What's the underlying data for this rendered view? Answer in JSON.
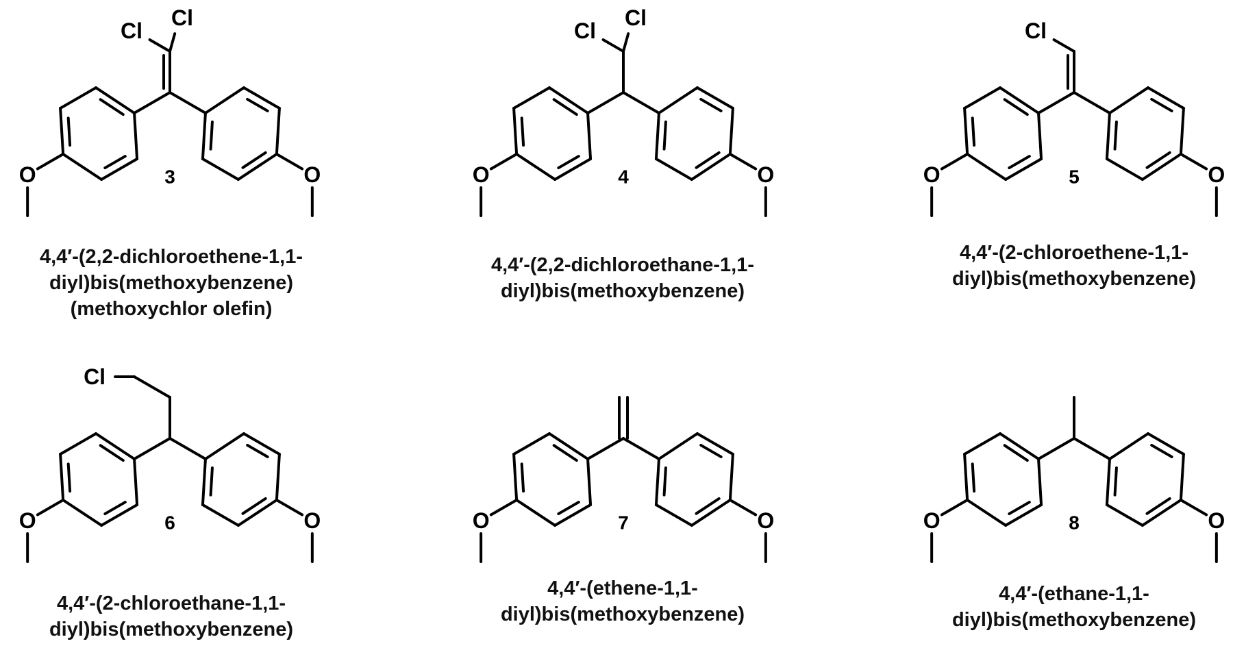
{
  "atoms": {
    "chlorine": "Cl",
    "oxygen": "O"
  },
  "compounds": [
    {
      "number": "3",
      "caption": [
        "4,4′-(2,2-dichloroethene-1,1-",
        "diyl)bis(methoxybenzene)",
        "(methoxychlor olefin)"
      ]
    },
    {
      "number": "4",
      "caption": [
        "4,4′-(2,2-dichloroethane-1,1-",
        "diyl)bis(methoxybenzene)"
      ]
    },
    {
      "number": "5",
      "caption": [
        "4,4′-(2-chloroethene-1,1-",
        "diyl)bis(methoxybenzene)"
      ]
    },
    {
      "number": "6",
      "caption": [
        "4,4′-(2-chloroethane-1,1-",
        "diyl)bis(methoxybenzene)"
      ]
    },
    {
      "number": "7",
      "caption": [
        "4,4′-(ethene-1,1-",
        "diyl)bis(methoxybenzene)"
      ]
    },
    {
      "number": "8",
      "caption": [
        "4,4′-(ethane-1,1-",
        "diyl)bis(methoxybenzene)"
      ]
    }
  ]
}
